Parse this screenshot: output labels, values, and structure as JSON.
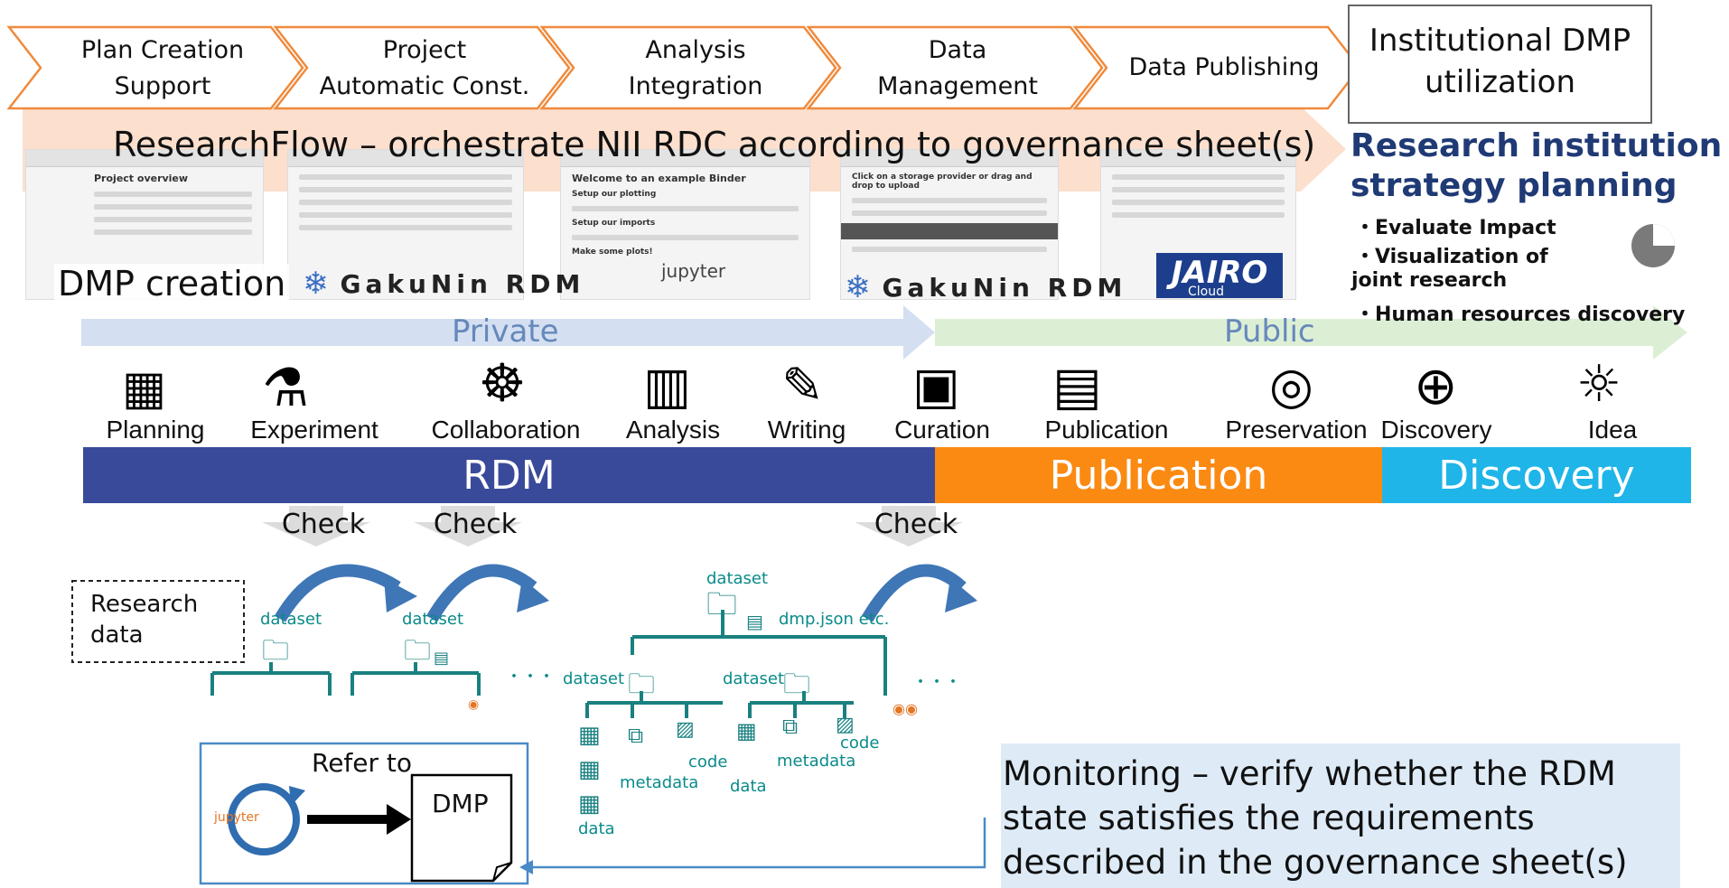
{
  "flow_steps": [
    {
      "label_line1": "Plan Creation",
      "label_line2": "Support"
    },
    {
      "label_line1": "Project",
      "label_line2": "Automatic Const."
    },
    {
      "label_line1": "Analysis",
      "label_line2": "Integration"
    },
    {
      "label_line1": "Data",
      "label_line2": "Management"
    },
    {
      "label_line1": "Data Publishing",
      "label_line2": ""
    }
  ],
  "institutional_box": {
    "line1": "Institutional DMP",
    "line2": "utilization"
  },
  "banner_text": "ResearchFlow – orchestrate NII RDC according to governance sheet(s)",
  "institution_strategy": {
    "title_line1": "Research institution",
    "title_line2": "strategy planning",
    "bullets": [
      "・Evaluate Impact",
      "・Visualization of",
      "joint research",
      "・Human resources discovery"
    ]
  },
  "screenshots": {
    "dmp_creation_label": "DMP creation",
    "dmp_title": "Project overview",
    "gakunin_label": "GakuNin RDM",
    "gakunin_label2": "GakuNin RDM",
    "binder_title": "Welcome to an example Binder",
    "binder_sec1": "Setup our plotting",
    "binder_sec2": "Setup our imports",
    "binder_sec3": "Make some plots!",
    "jupyter_label": "jupyter",
    "upload_text": "Click on a storage provider or drag and drop to upload",
    "jairo_label": "JAIRO",
    "jairo_sub": "Cloud"
  },
  "visibility": {
    "private": "Private",
    "public": "Public"
  },
  "stages": [
    "Planning",
    "Experiment",
    "Collaboration",
    "Analysis",
    "Writing",
    "Curation",
    "Publication",
    "Preservation",
    "Discovery",
    "Idea"
  ],
  "bands": {
    "rdm": "RDM",
    "publication": "Publication",
    "discovery": "Discovery"
  },
  "band_colors": {
    "rdm": "#3a4a9a",
    "publication": "#fb8a13",
    "discovery": "#1fb5e8"
  },
  "checks": [
    "Check",
    "Check",
    "Check"
  ],
  "research_data_box": {
    "line1": "Research",
    "line2": "data"
  },
  "tree_labels": {
    "dataset": "dataset",
    "dmp_json": "dmp.json etc.",
    "metadata": "metadata",
    "code": "code",
    "data": "data",
    "ellipsis": "・・・"
  },
  "refer_to": "Refer to",
  "dmp_doc": "DMP",
  "monitoring": {
    "line1": "Monitoring – verify whether the RDM",
    "line2": "state satisfies the requirements",
    "line3": "described in the governance sheet(s)"
  }
}
